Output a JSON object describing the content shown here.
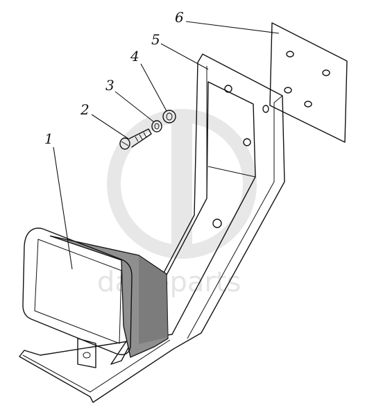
{
  "diagram": {
    "callouts": [
      {
        "id": "callout-1",
        "text": "1"
      },
      {
        "id": "callout-2",
        "text": "2"
      },
      {
        "id": "callout-3",
        "text": "3"
      },
      {
        "id": "callout-4",
        "text": "4"
      },
      {
        "id": "callout-5",
        "text": "5"
      },
      {
        "id": "callout-6",
        "text": "6"
      }
    ],
    "watermark": {
      "text": "data-parts",
      "color": "#cfcfcf"
    },
    "colors": {
      "line": "#111111",
      "lamp_body": "#8f8f8f",
      "lamp_lens": "#eeeeee",
      "background": "#ffffff"
    }
  }
}
